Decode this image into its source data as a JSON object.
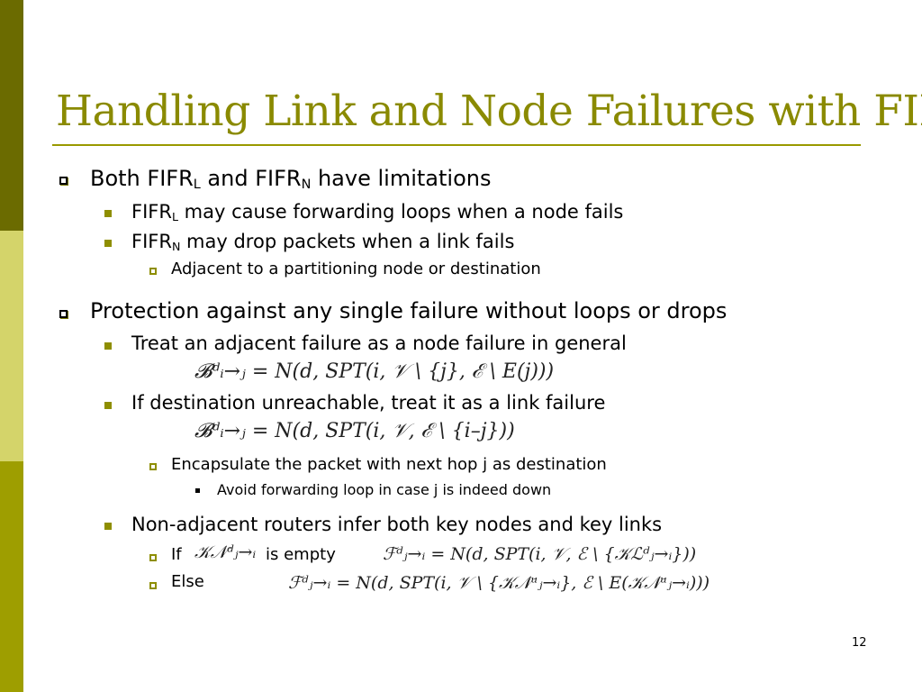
{
  "slide": {
    "title": "Handling Link and Node Failures with FIFR",
    "page_number": "12"
  },
  "bullets": {
    "b1": {
      "pre": "Both FIFR",
      "sub1": "L",
      "mid": " and FIFR",
      "sub2": "N",
      "post": " have limitations"
    },
    "b1_1": {
      "pre": "FIFR",
      "sub": "L",
      "post": " may cause forwarding loops when a node fails"
    },
    "b1_2": {
      "pre": "FIFR",
      "sub": "N",
      "post": " may drop packets when a link fails"
    },
    "b1_2_1": "Adjacent to a partitioning node or destination",
    "b2": "Protection against any single failure without loops or drops",
    "b2_1": "Treat an adjacent failure as a node failure in general",
    "b2_2": "If destination unreachable, treat it as a link failure",
    "b2_2_1": "Encapsulate the packet with next hop j as destination",
    "b2_2_1_1": "Avoid forwarding loop in case j is indeed down",
    "b2_3": "Non-adjacent routers infer both key nodes and key links",
    "b2_3_1_pre": "If",
    "b2_3_1_post": "is empty",
    "b2_3_2": "Else"
  },
  "formulas": {
    "f1": "𝓑ᵈᵢ→ⱼ = N(d, SPT(i, 𝒱 \\ {j}, ℰ \\ E(j)))",
    "f2": "𝓑ᵈᵢ→ⱼ = N(d, SPT(i, 𝒱, ℰ \\ {i–j}))",
    "kn": "𝒦𝒩ᵈⱼ→ᵢ",
    "f3": "ℱᵈⱼ→ᵢ = N(d, SPT(i, 𝒱, ℰ \\ {𝒦ℒᵈⱼ→ᵢ}))",
    "f4": "ℱᵈⱼ→ᵢ = N(d, SPT(i, 𝒱 \\ {𝒦𝒩ᵘⱼ→ᵢ}, ℰ \\ E(𝒦𝒩ᵘⱼ→ᵢ)))"
  },
  "colors": {
    "title": "#8a8a00",
    "accent": "#8e8e00",
    "bar_top": "#6b6b00",
    "bar_mid": "#d4d46a",
    "bar_bottom": "#9e9e00"
  }
}
